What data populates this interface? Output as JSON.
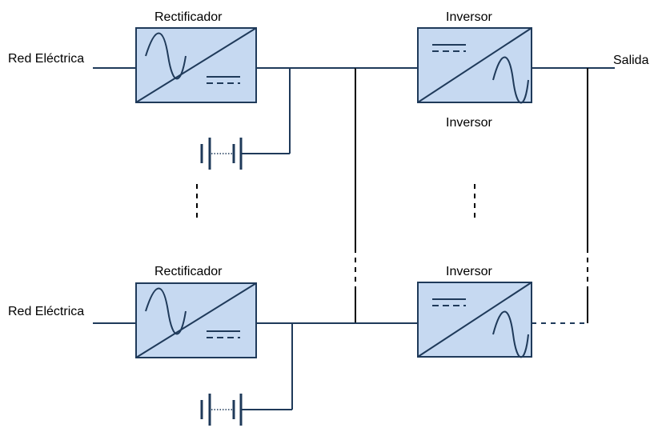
{
  "diagram": {
    "grid_label_left": "Red Eléctrica",
    "rectifier_label": "Rectificador",
    "inverter_label": "Inversor",
    "output_label": "Salida",
    "colors": {
      "box_fill": "#c6d9f1",
      "box_stroke": "#1f3a5a",
      "wire": "#1f3a5a",
      "bus": "#000000"
    }
  }
}
